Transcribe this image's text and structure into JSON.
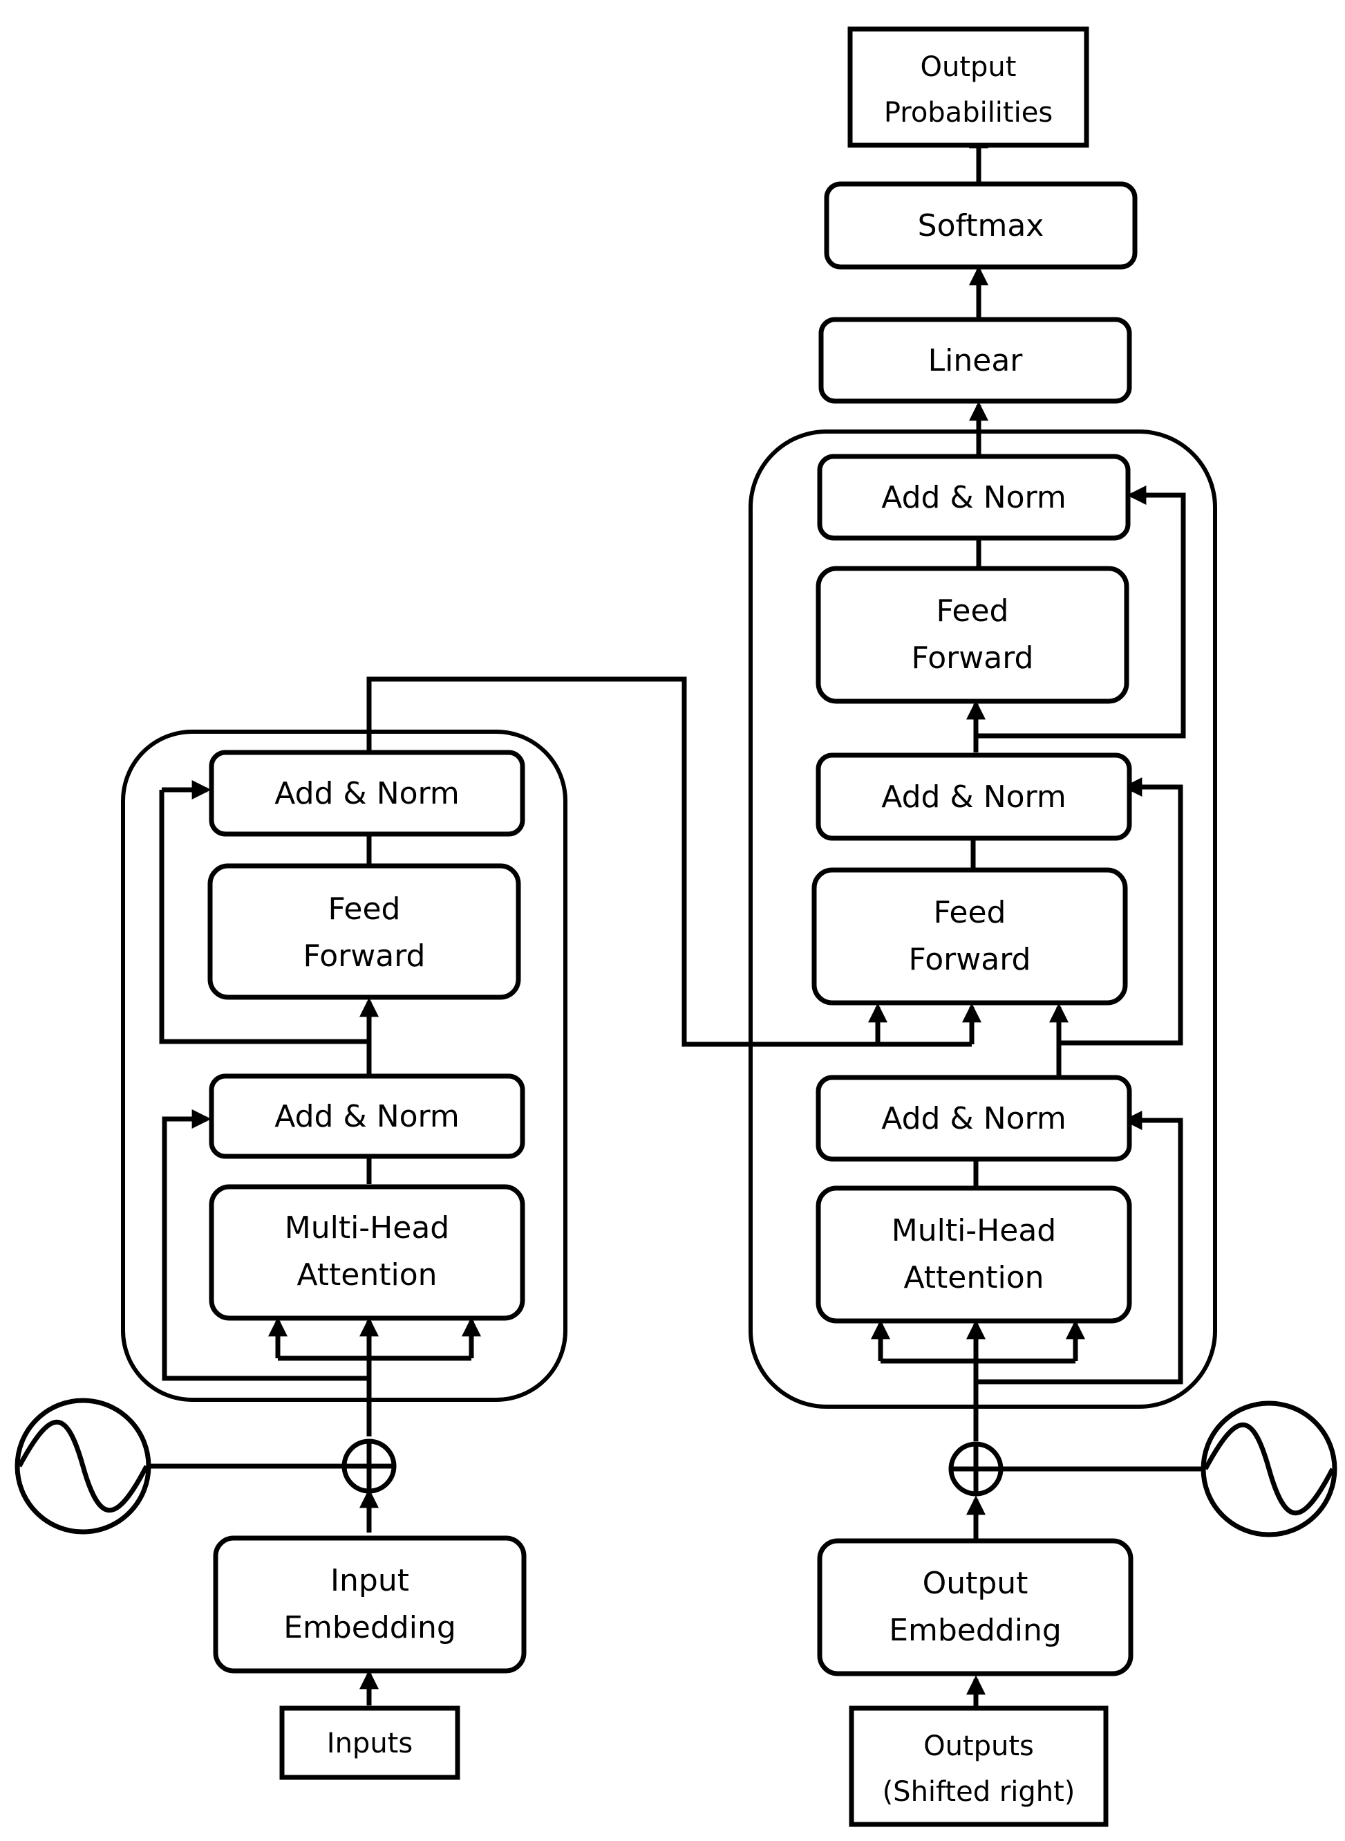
{
  "encoder": {
    "multi_head_attention": [
      "Multi-Head",
      "Attention"
    ],
    "add_norm_1": "Add & Norm",
    "feed_forward": [
      "Feed",
      "Forward"
    ],
    "add_norm_2": "Add & Norm",
    "input_embedding": [
      "Input",
      "Embedding"
    ],
    "inputs": "Inputs"
  },
  "decoder": {
    "multi_head_attention": [
      "Multi-Head",
      "Attention"
    ],
    "add_norm_1": "Add & Norm",
    "feed_forward_1": [
      "Feed",
      "Forward"
    ],
    "add_norm_2": "Add & Norm",
    "feed_forward_2": [
      "Feed",
      "Forward"
    ],
    "add_norm_3": "Add & Norm",
    "output_embedding": [
      "Output",
      "Embedding"
    ],
    "outputs": [
      "Outputs",
      "(Shifted right)"
    ]
  },
  "head": {
    "linear": "Linear",
    "softmax": "Softmax",
    "output_probabilities": [
      "Output",
      "Probabilities"
    ]
  },
  "icons": {
    "encoder_positional": "sine-wave-icon",
    "decoder_positional": "sine-wave-icon",
    "encoder_add": "circled-plus-icon",
    "decoder_add": "circled-plus-icon"
  }
}
